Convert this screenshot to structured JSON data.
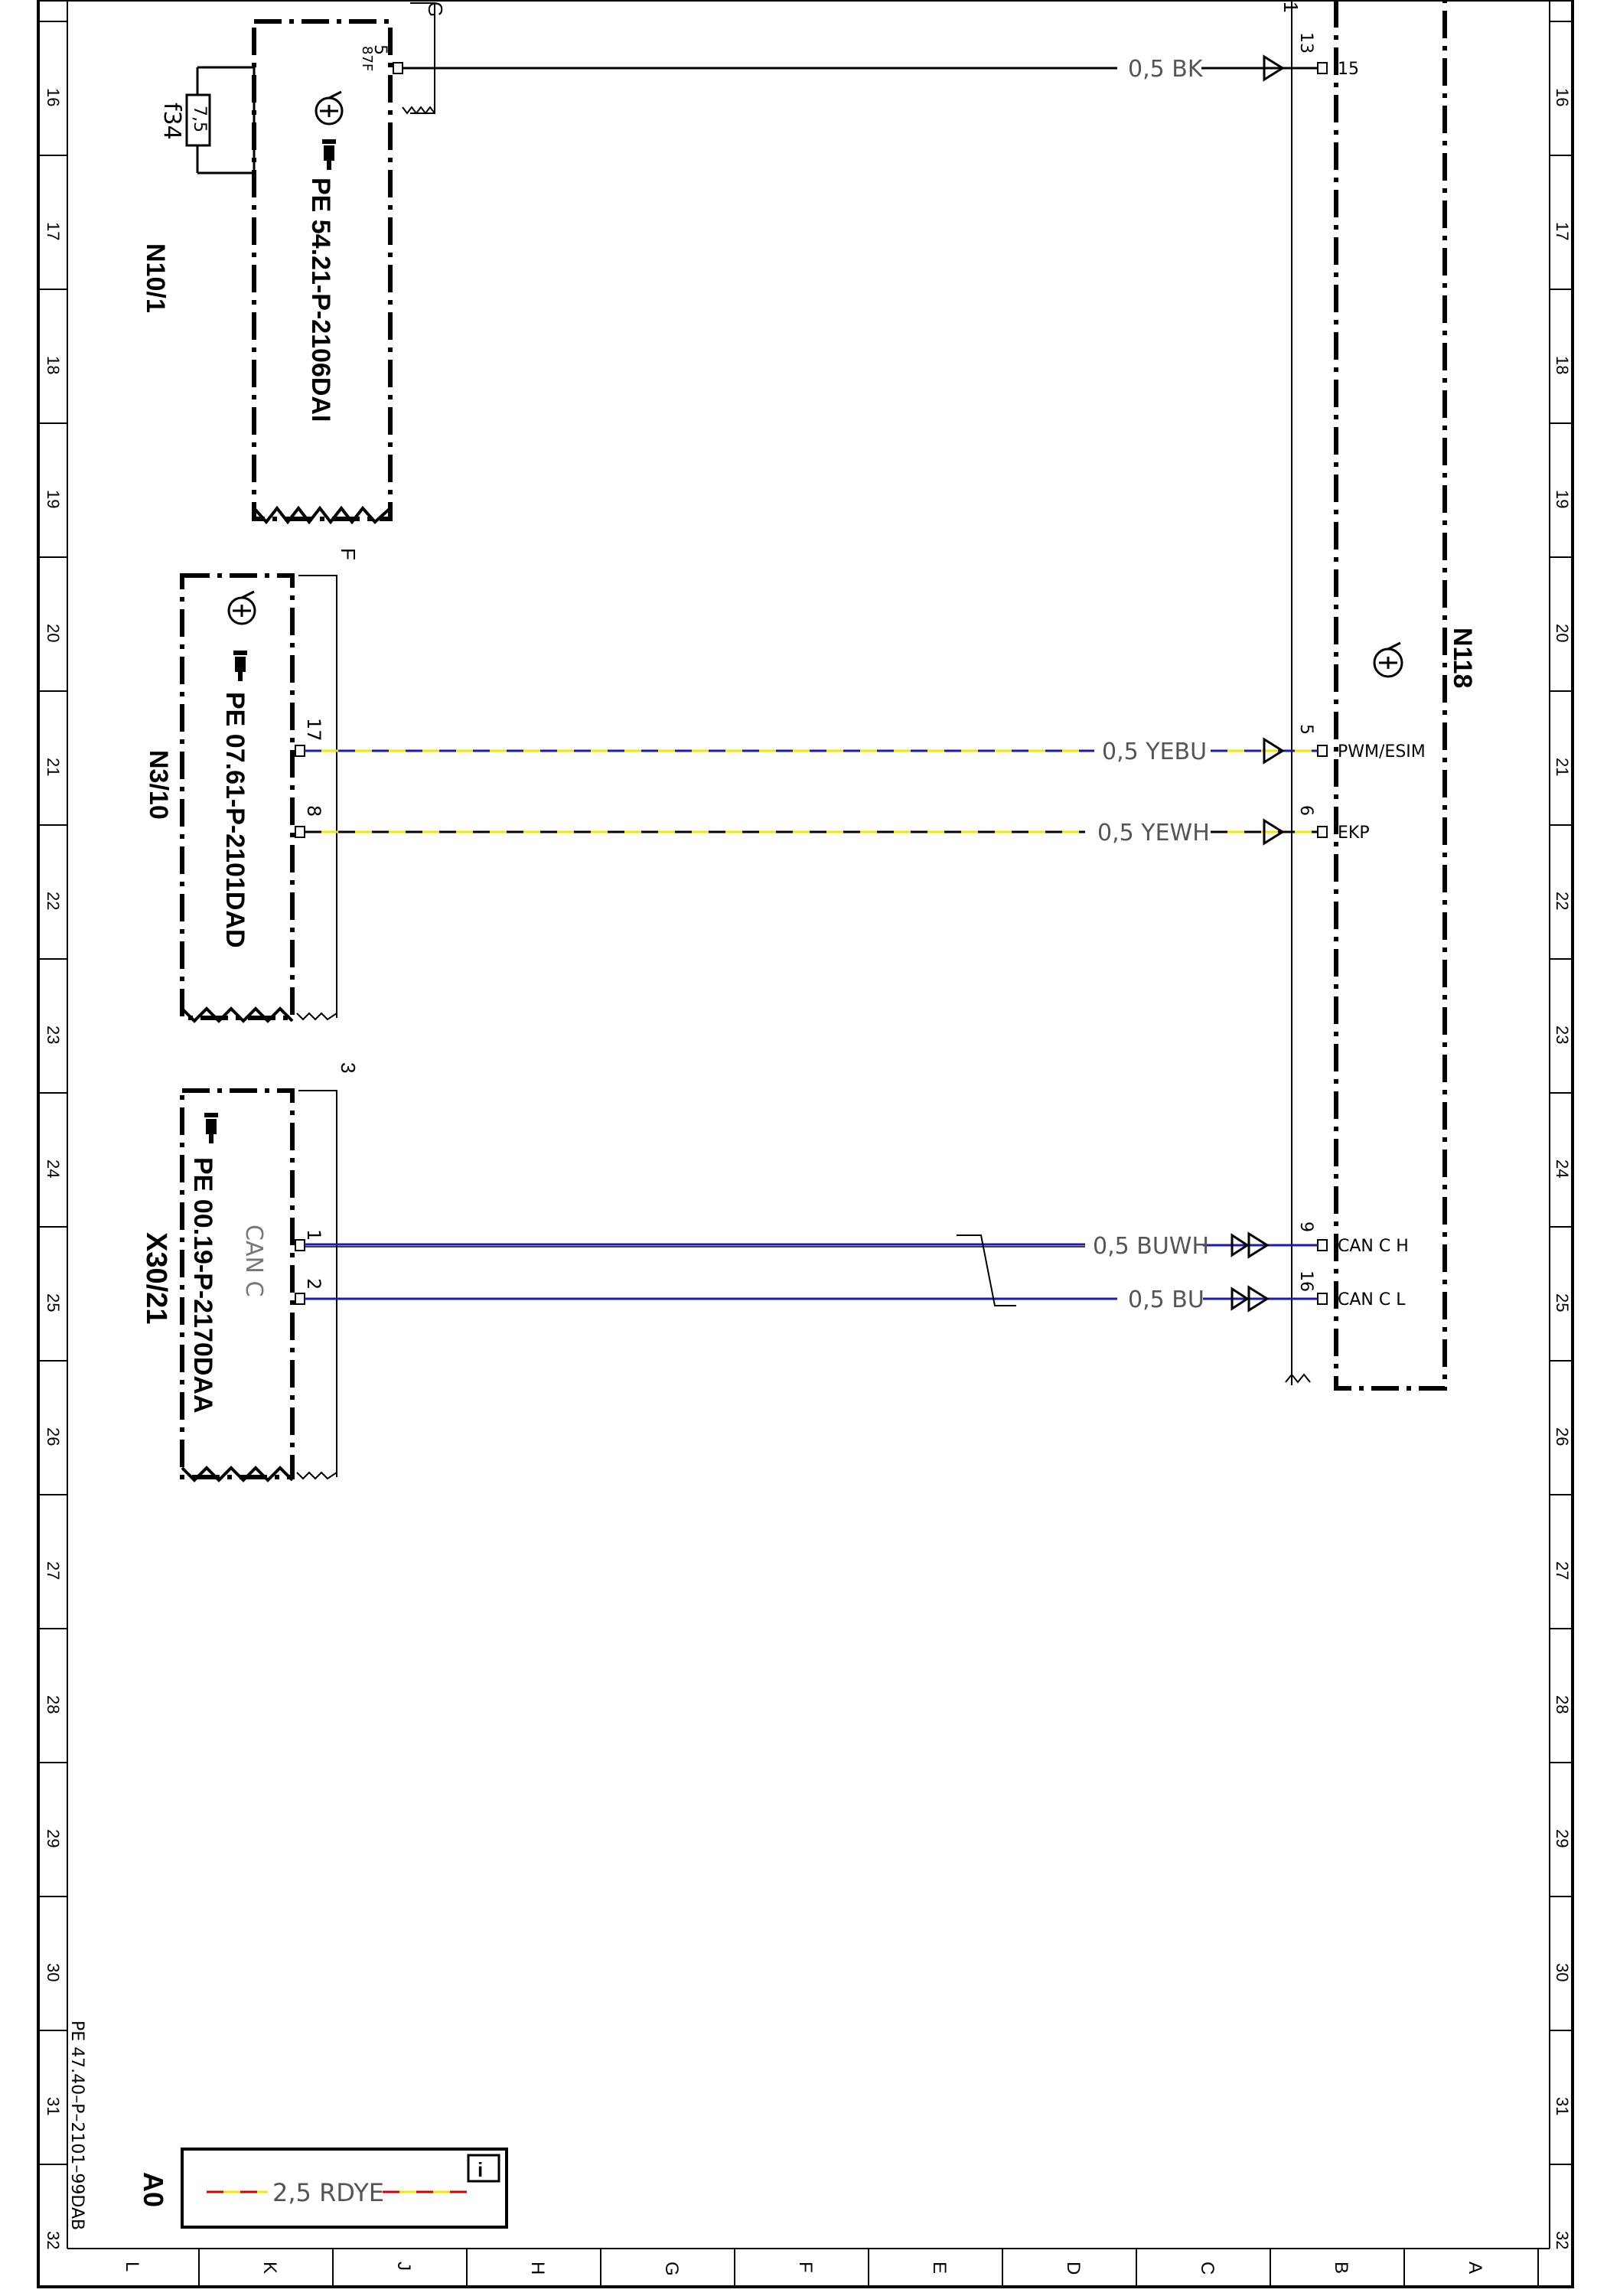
{
  "sheet": {
    "row_numbers": [
      "16",
      "17",
      "18",
      "19",
      "20",
      "21",
      "22",
      "23",
      "24",
      "25",
      "26",
      "27",
      "28",
      "29",
      "30",
      "31",
      "32"
    ],
    "column_letters": [
      "L",
      "K",
      "J",
      "H",
      "G",
      "F",
      "E",
      "D",
      "C",
      "B",
      "A"
    ],
    "page_ref": "PE 47.40–P–2101–99DAB",
    "sheet_id": "A0",
    "legend_wire": "2,5 RDYE"
  },
  "components": {
    "n10_1": {
      "id": "N10/1",
      "ref": "PE 54.21-P-2106DAI",
      "fuse": "f34",
      "fuse_rating": "7,5",
      "pin": "5",
      "pin_label": "87F",
      "cut_letter": "G"
    },
    "n3_10": {
      "id": "N3/10",
      "ref": "PE 07.61-P-2101DAD",
      "pin_a": "17",
      "pin_b": "8",
      "cut_letter": "F"
    },
    "x30_21": {
      "id": "X30/21",
      "ref": "PE 00.19-P-2170DAA",
      "bus_label": "CAN C",
      "pin_a": "1",
      "pin_b": "2",
      "cut_letter": "3"
    },
    "n118": {
      "id": "N118",
      "top_marker": "1",
      "pins": [
        {
          "num": "13",
          "label": "15"
        },
        {
          "num": "5",
          "label": "PWM/ESIM"
        },
        {
          "num": "6",
          "label": "EKP"
        },
        {
          "num": "9",
          "label": "CAN C H"
        },
        {
          "num": "16",
          "label": "CAN C L"
        }
      ]
    }
  },
  "wires": [
    {
      "label": "0,5 BK",
      "colors": [
        "#000000"
      ]
    },
    {
      "label": "0,5 YEBU",
      "colors": [
        "#f3e600",
        "#1a1ab4"
      ]
    },
    {
      "label": "0,5 YEWH",
      "colors": [
        "#f3e600",
        "#000000"
      ]
    },
    {
      "label": "0,5 BUWH",
      "colors": [
        "#1a1ab4",
        "#000000"
      ]
    },
    {
      "label": "0,5 BU",
      "colors": [
        "#1a1ab4"
      ]
    }
  ],
  "colors": {
    "line": "#000000",
    "blue": "#1a1ab4",
    "yellow": "#f3e600",
    "red": "#d40000"
  }
}
